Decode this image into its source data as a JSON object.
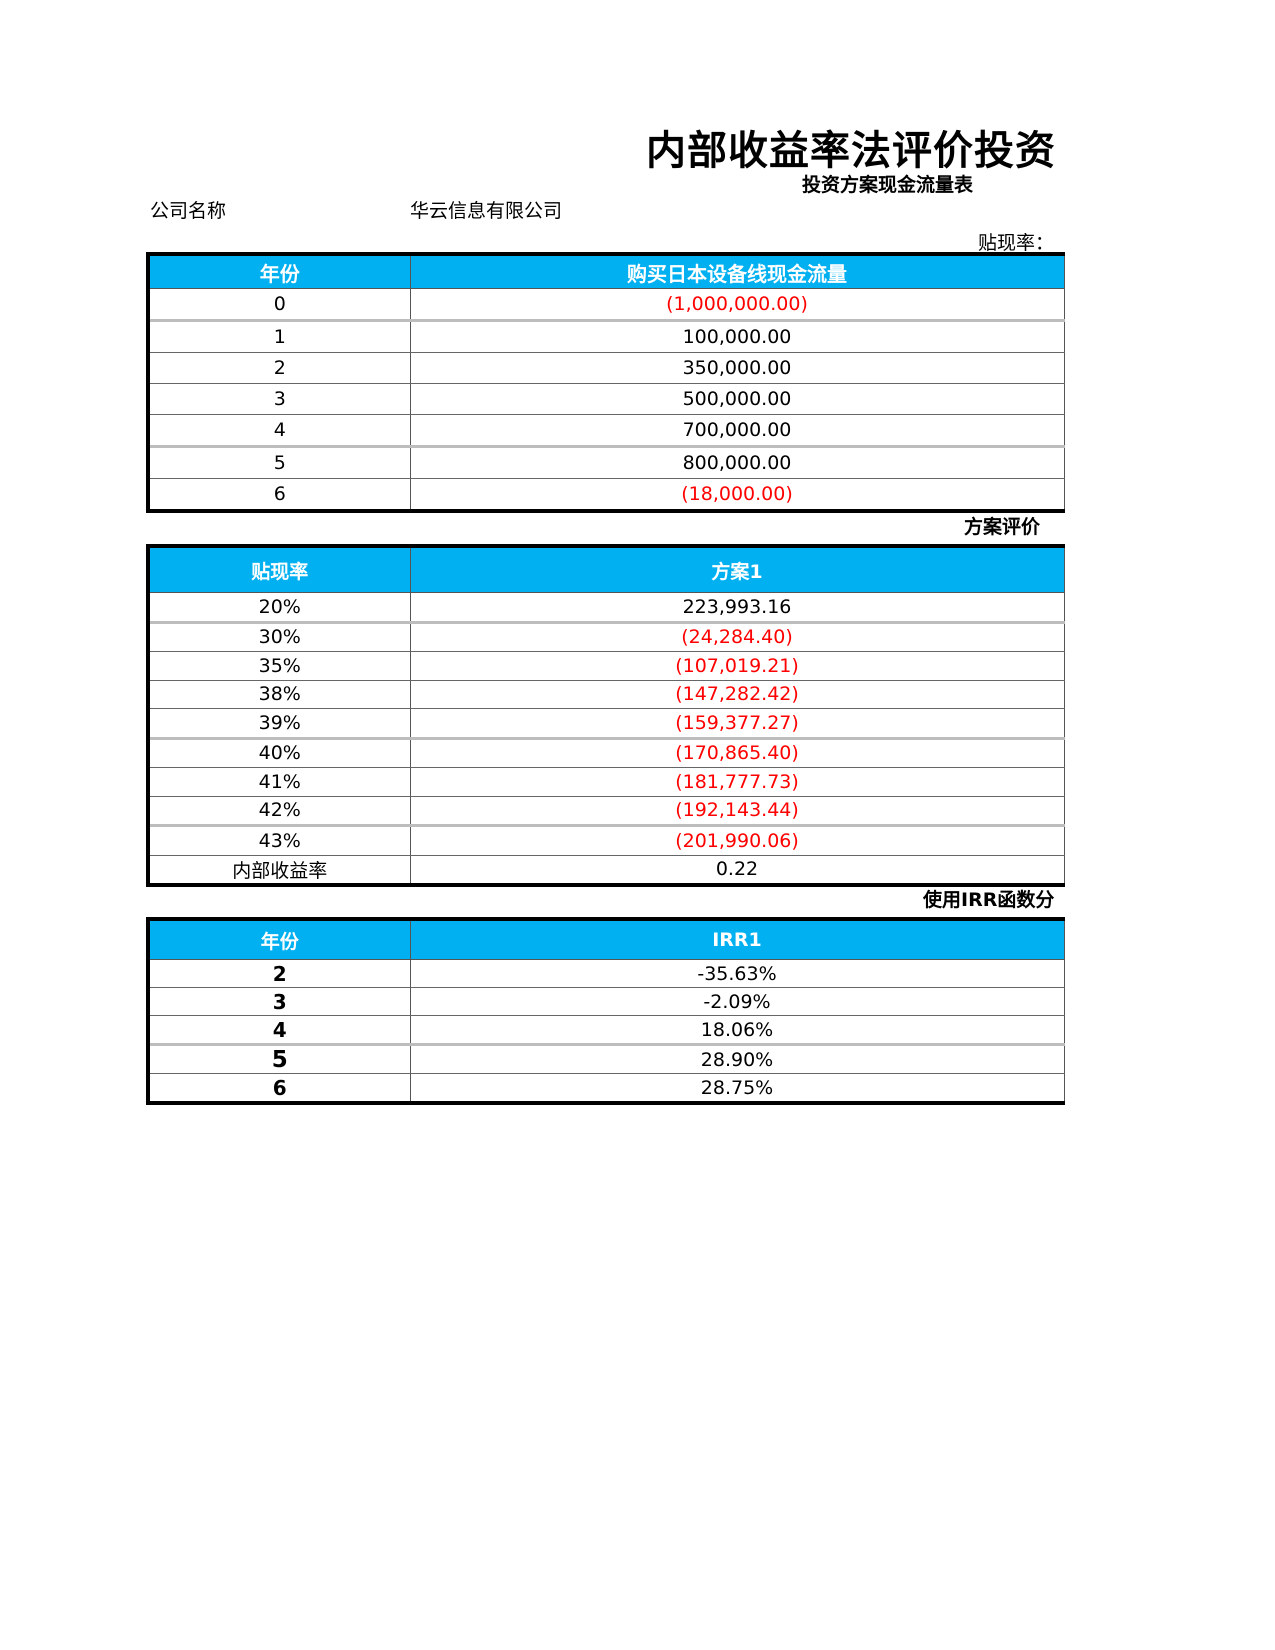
{
  "header": {
    "title": "内部收益率法评价投资",
    "subtitle": "投资方案现金流量表",
    "company_label": "公司名称",
    "company_value": "华云信息有限公司",
    "discount_rate_label": "贴现率："
  },
  "cashflow_table": {
    "columns": [
      "年份",
      "购买日本设备线现金流量"
    ],
    "rows": [
      {
        "year": "0",
        "value": "(1,000,000.00)",
        "negative": true
      },
      {
        "year": "1",
        "value": "100,000.00",
        "negative": false
      },
      {
        "year": "2",
        "value": "350,000.00",
        "negative": false
      },
      {
        "year": "3",
        "value": "500,000.00",
        "negative": false
      },
      {
        "year": "4",
        "value": "700,000.00",
        "negative": false
      },
      {
        "year": "5",
        "value": "800,000.00",
        "negative": false
      },
      {
        "year": "6",
        "value": "(18,000.00)",
        "negative": true
      }
    ]
  },
  "evaluation": {
    "section_title": "方案评价",
    "columns": [
      "贴现率",
      "方案1"
    ],
    "rows": [
      {
        "rate": "20%",
        "value": "223,993.16",
        "negative": false
      },
      {
        "rate": "30%",
        "value": "(24,284.40)",
        "negative": true
      },
      {
        "rate": "35%",
        "value": "(107,019.21)",
        "negative": true
      },
      {
        "rate": "38%",
        "value": "(147,282.42)",
        "negative": true
      },
      {
        "rate": "39%",
        "value": "(159,377.27)",
        "negative": true
      },
      {
        "rate": "40%",
        "value": "(170,865.40)",
        "negative": true
      },
      {
        "rate": "41%",
        "value": "(181,777.73)",
        "negative": true
      },
      {
        "rate": "42%",
        "value": "(192,143.44)",
        "negative": true
      },
      {
        "rate": "43%",
        "value": "(201,990.06)",
        "negative": true
      }
    ],
    "irr_label": "内部收益率",
    "irr_value": "0.22"
  },
  "irr_analysis": {
    "section_title": "使用IRR函数分",
    "columns": [
      "年份",
      "IRR1"
    ],
    "rows": [
      {
        "year": "2",
        "value": "-35.63%"
      },
      {
        "year": "3",
        "value": "-2.09%"
      },
      {
        "year": "4",
        "value": "18.06%"
      },
      {
        "year": "5",
        "value": "28.90%"
      },
      {
        "year": "6",
        "value": "28.75%"
      }
    ]
  },
  "colors": {
    "header_fill": "#00b0f0",
    "header_text": "#ffffff",
    "negative_text": "#ff0000"
  }
}
